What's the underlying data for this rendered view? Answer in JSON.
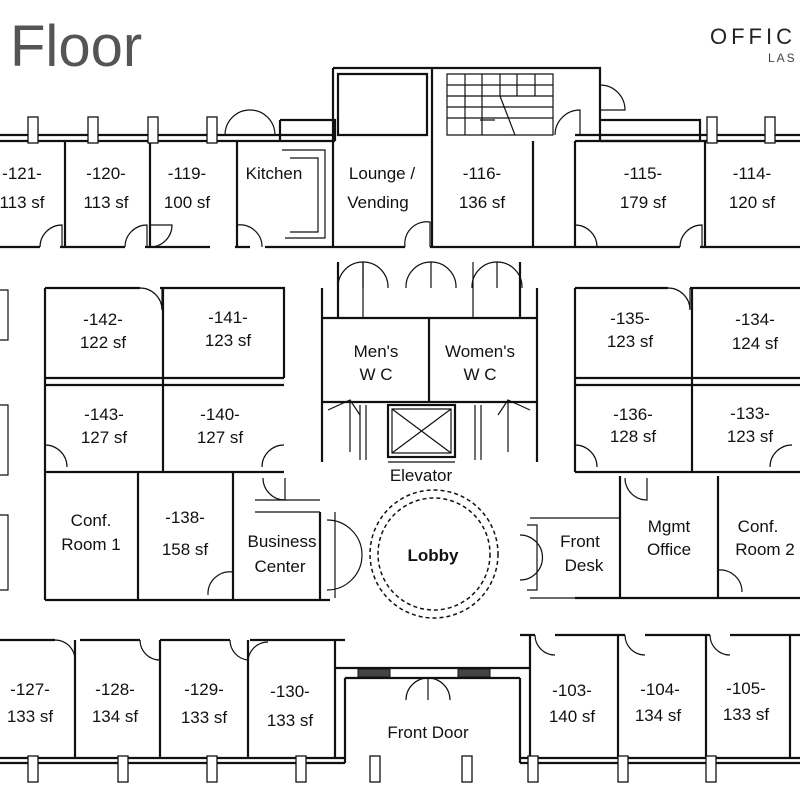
{
  "header": {
    "title": "Floor",
    "brand": "OFFIC",
    "brand_sub": "LAS V"
  },
  "rooms": {
    "r121": {
      "num": "-121-",
      "area": "113 sf"
    },
    "r120": {
      "num": "-120-",
      "area": "113 sf"
    },
    "r119": {
      "num": "-119-",
      "area": "100 sf"
    },
    "kitchen": {
      "name": "Kitchen"
    },
    "lounge": {
      "line1": "Lounge /",
      "line2": "Vending"
    },
    "r116": {
      "num": "-116-",
      "area": "136 sf"
    },
    "r115": {
      "num": "-115-",
      "area": "179 sf"
    },
    "r114": {
      "num": "-114-",
      "area": "120 sf"
    },
    "r142": {
      "num": "-142-",
      "area": "122 sf"
    },
    "r141": {
      "num": "-141-",
      "area": "123 sf"
    },
    "r143": {
      "num": "-143-",
      "area": "127 sf"
    },
    "r140": {
      "num": "-140-",
      "area": "127 sf"
    },
    "mens": {
      "line1": "Men's",
      "line2": "W C"
    },
    "womens": {
      "line1": "Women's",
      "line2": "W C"
    },
    "elevator": {
      "name": "Elevator"
    },
    "r135": {
      "num": "-135-",
      "area": "123 sf"
    },
    "r134": {
      "num": "-134-",
      "area": "124 sf"
    },
    "r136": {
      "num": "-136-",
      "area": "128 sf"
    },
    "r133": {
      "num": "-133-",
      "area": "123 sf"
    },
    "conf1": {
      "line1": "Conf.",
      "line2": "Room 1"
    },
    "r138": {
      "num": "-138-",
      "area": "158 sf"
    },
    "business": {
      "line1": "Business",
      "line2": "Center"
    },
    "lobby": {
      "name": "Lobby"
    },
    "frontdesk": {
      "line1": "Front",
      "line2": "Desk"
    },
    "mgmt": {
      "line1": "Mgmt",
      "line2": "Office"
    },
    "conf2": {
      "line1": "Conf.",
      "line2": "Room 2"
    },
    "r127": {
      "num": "-127-",
      "area": "133 sf"
    },
    "r128": {
      "num": "-128-",
      "area": "134 sf"
    },
    "r129": {
      "num": "-129-",
      "area": "133 sf"
    },
    "r130": {
      "num": "-130-",
      "area": "133 sf"
    },
    "frontdoor": {
      "name": "Front Door"
    },
    "r103": {
      "num": "-103-",
      "area": "140 sf"
    },
    "r104": {
      "num": "-104-",
      "area": "134 sf"
    },
    "r105": {
      "num": "-105-",
      "area": "133 sf"
    }
  }
}
